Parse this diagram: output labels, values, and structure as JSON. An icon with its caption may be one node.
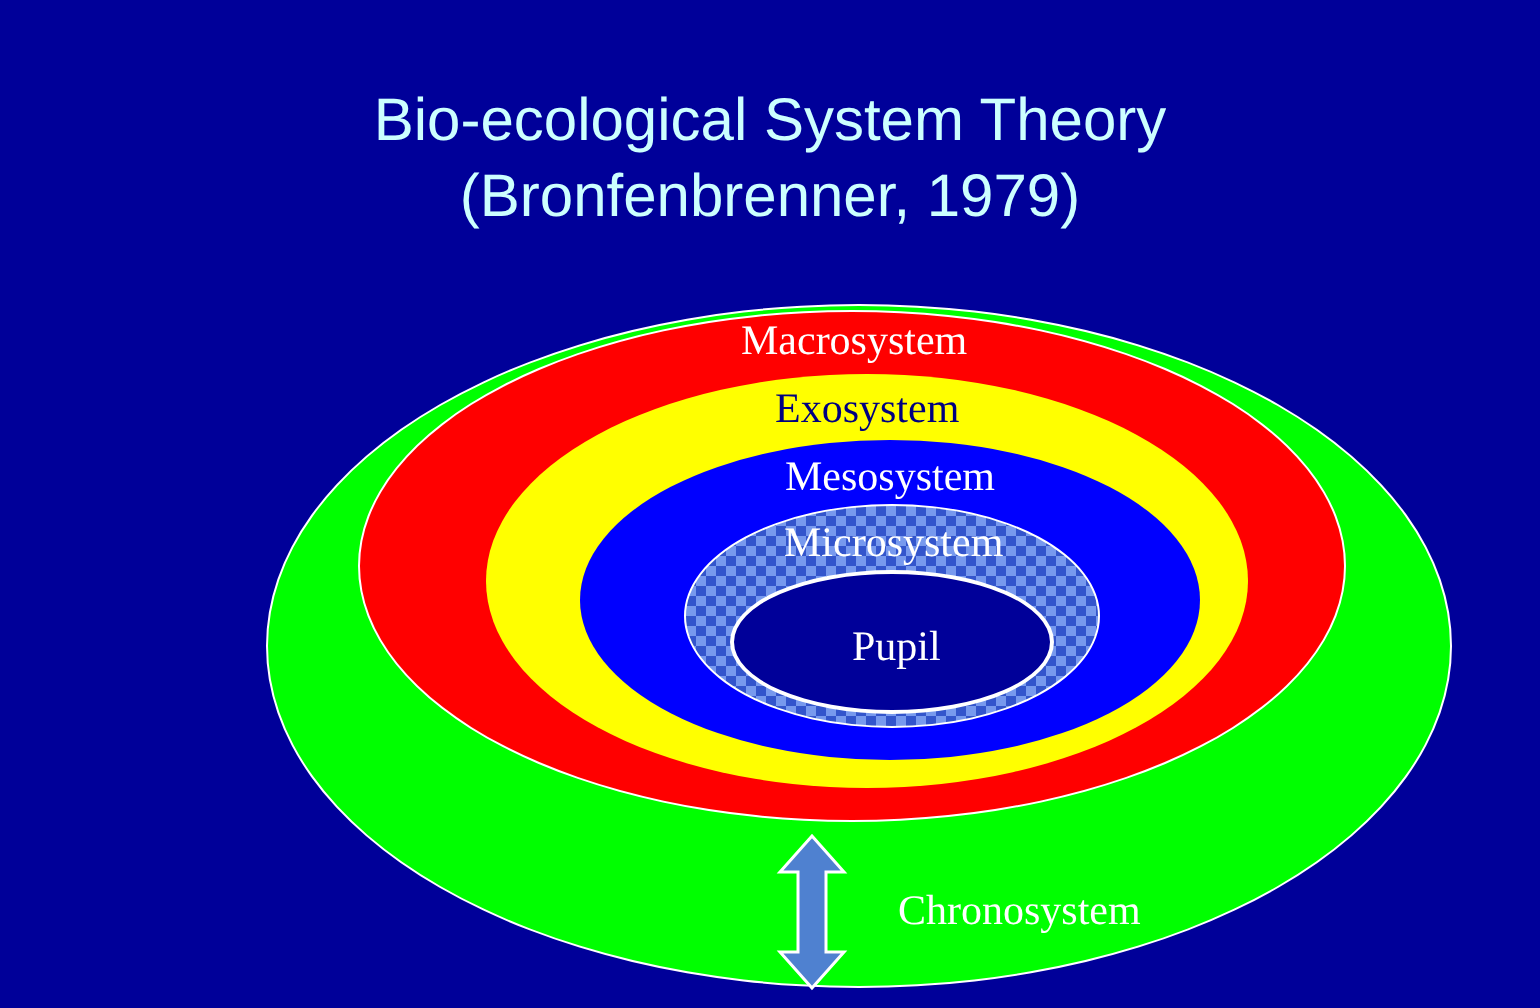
{
  "diagram": {
    "title": "Bio-ecological System Theory (Bronfenbrenner, 1979)",
    "nodes": [
      {
        "text": [
          "Chronosystem"
        ]
      },
      {
        "text": [
          "Macrosystem"
        ],
        "in": 0
      },
      {
        "text": [
          "Exosystem"
        ],
        "in": 1
      },
      {
        "text": [
          "Mesosystem"
        ],
        "in": 2
      },
      {
        "text": [
          "Microsystem"
        ],
        "in": 3
      },
      {
        "text": [
          "Pupil"
        ],
        "in": 4
      }
    ],
    "edges": []
  }
}
